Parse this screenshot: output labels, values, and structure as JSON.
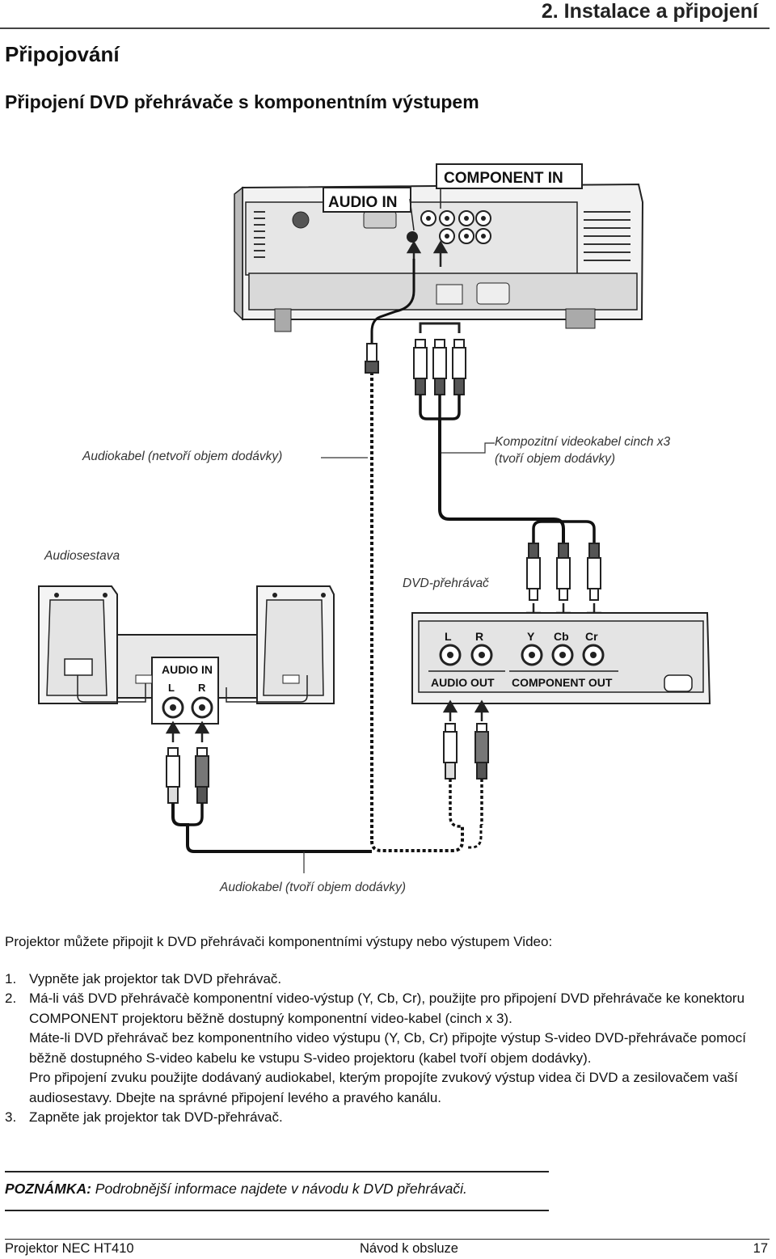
{
  "header": {
    "chapter": "2. Instalace a připojení"
  },
  "title": "Připojování",
  "subtitle": "Připojení DVD přehrávače s komponentním výstupem",
  "diagram": {
    "labels": {
      "component_in": "COMPONENT IN",
      "audio_in_projector": "AUDIO IN",
      "audio_cable_not_included": "Audiokabel (netvoří objem dodávky)",
      "video_cable_line1": "Kompozitní videokabel cinch x3",
      "video_cable_line2": "(tvoří objem dodávky)",
      "audio_system": "Audiosestava",
      "dvd_player": "DVD-přehrávač",
      "audio_in_speaker": "AUDIO IN",
      "speaker_l": "L",
      "speaker_r": "R",
      "dvd_l": "L",
      "dvd_r": "R",
      "dvd_y": "Y",
      "dvd_cb": "Cb",
      "dvd_cr": "Cr",
      "audio_out": "AUDIO OUT",
      "component_out": "COMPONENT OUT",
      "audio_cable_included": "Audiokabel (tvoří objem dodávky)"
    }
  },
  "intro": "Projektor můžete připojit k DVD přehrávači komponentními výstupy nebo výstupem Video:",
  "steps": [
    {
      "num": "1.",
      "text": "Vypněte jak projektor tak DVD přehrávač."
    },
    {
      "num": "2.",
      "text": "Má-li váš DVD přehrávačè komponentní video-výstup (Y, Cb, Cr), použijte pro připojení DVD přehrávače ke konektoru COMPONENT projektoru běžně dostupný komponentní video-kabel (cinch x 3).",
      "text2": "Máte-li DVD přehrávač bez komponentního video výstupu (Y, Cb, Cr) připojte výstup S-video DVD-přehrávače pomocí běžně dostupného S-video kabelu ke vstupu S-video projektoru (kabel tvoří objem dodávky).",
      "text3": "Pro připojení zvuku použijte dodávaný audiokabel, kterým propojíte zvukový výstup videa či DVD a zesilovačem vaší audiosestavy. Dbejte na správné připojení levého a pravého kanálu."
    },
    {
      "num": "3.",
      "text": "Zapněte jak projektor tak DVD-přehrávač."
    }
  ],
  "note": {
    "label": "POZNÁMKA:",
    "text": " Podrobnější informace najdete v návodu k DVD přehrávači."
  },
  "footer": {
    "left": "Projektor NEC HT410",
    "center": "Návod k obsluze",
    "page": "17"
  }
}
